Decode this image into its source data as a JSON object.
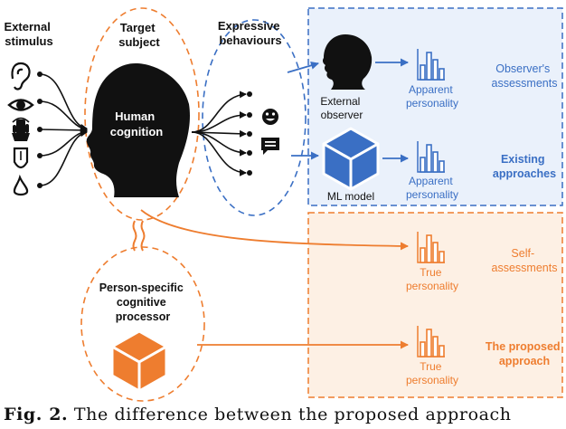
{
  "colors": {
    "black": "#111111",
    "blue": "#3a6fc4",
    "blue_box_fill": "#eaf1fb",
    "orange": "#ee7d2f",
    "orange_box_fill": "#fdf0e4"
  },
  "labels": {
    "external_stimulus": [
      "External",
      "stimulus"
    ],
    "target_subject": [
      "Target",
      "subject"
    ],
    "expressive_behaviours": [
      "Expressive",
      "behaviours"
    ],
    "human_cognition": [
      "Human",
      "cognition"
    ],
    "external_observer": [
      "External",
      "observer"
    ],
    "ml_model": "ML model",
    "person_specific_processor": [
      "Person-specific",
      "cognitive",
      "processor"
    ]
  },
  "outputs": {
    "apparent_personality_1": [
      "Apparent",
      "personality"
    ],
    "apparent_personality_2": [
      "Apparent",
      "personality"
    ],
    "true_personality_1": [
      "True",
      "personality"
    ],
    "true_personality_2": [
      "True",
      "personality"
    ]
  },
  "approaches": {
    "observers_assessments": [
      "Observer's",
      "assessments"
    ],
    "existing_approaches": [
      "Existing",
      "approaches"
    ],
    "self_assessments": [
      "Self-",
      "assessments"
    ],
    "proposed_approach": [
      "The proposed",
      "approach"
    ]
  },
  "icons": {
    "stimuli": [
      "ear-icon",
      "eye-icon",
      "hand-touch-icon",
      "tongue-icon",
      "nose-icon"
    ],
    "behaviours": [
      "smiley-face-icon",
      "speech-bubble-icon"
    ],
    "bar_chart": "bar-chart-icon",
    "cube": "cube-icon",
    "head": "head-silhouette-icon"
  },
  "caption": {
    "fig_label": "Fig. 2.",
    "text": "The difference between the proposed approach"
  }
}
